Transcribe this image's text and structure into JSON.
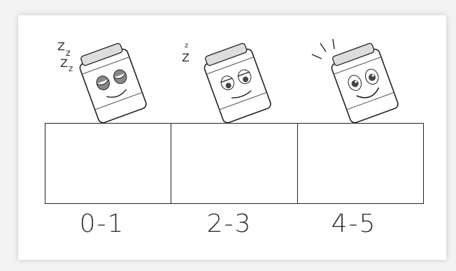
{
  "sheet": {
    "levels": [
      {
        "mood": "asleep",
        "label": "0-1",
        "decoration": "ZZZ"
      },
      {
        "mood": "drowsy",
        "label": "2-3",
        "decoration": "z"
      },
      {
        "mood": "awake",
        "label": "4-5",
        "decoration": "alert-lines"
      }
    ]
  }
}
